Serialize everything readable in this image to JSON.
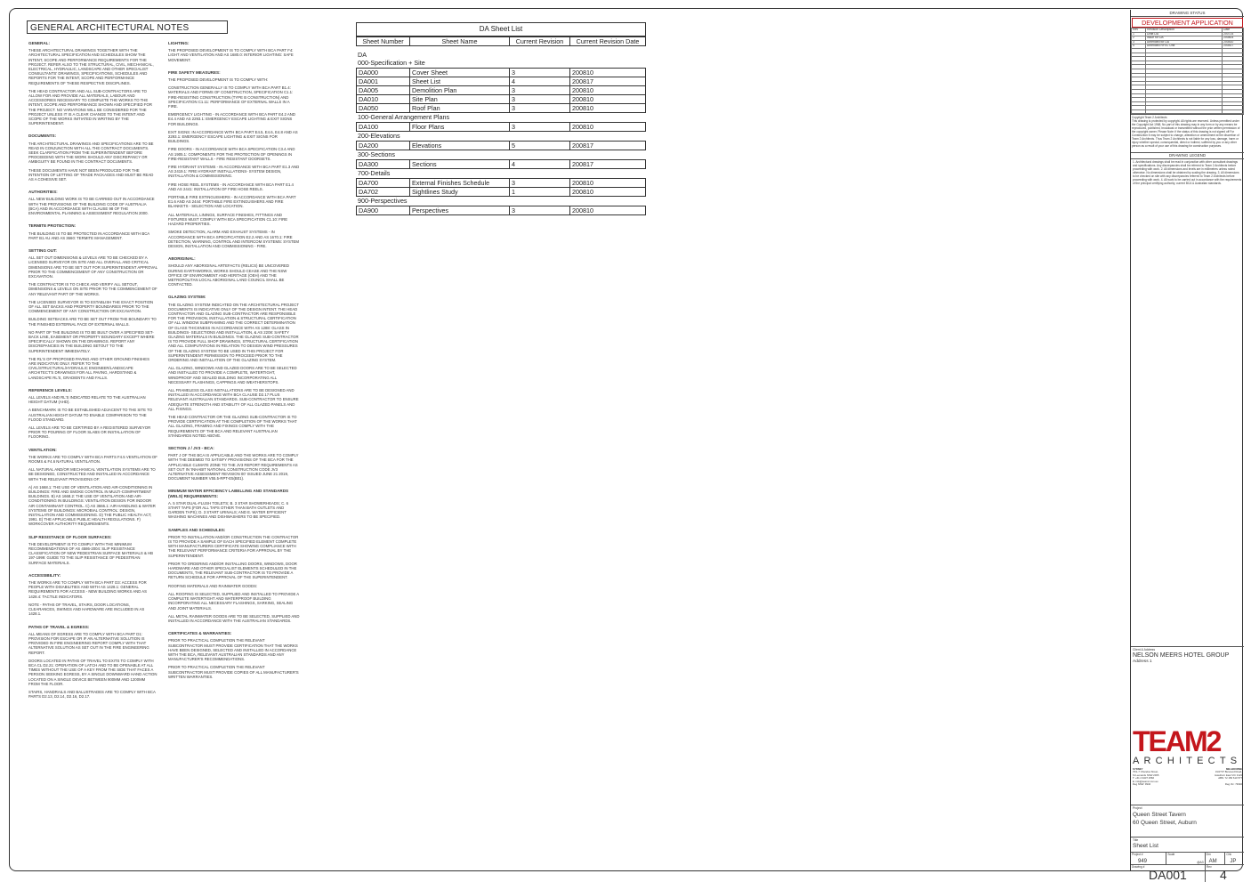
{
  "notes": {
    "title": "GENERAL ARCHITECTURAL NOTES",
    "col1": [
      {
        "h": "GENERAL:",
        "p": [
          "THESE ARCHITECTURAL DRAWINGS TOGETHER WITH THE ARCHITECTURAL SPECIFICATION AND SCHEDULES SHOW THE INTENT, SCOPE AND PERFORMANCE REQUIREMENTS FOR THE PROJECT. REFER ALSO TO THE STRUCTURAL, CIVIL, MECHANICAL, ELECTRICAL, HYDRAULIC, LANDSCAPE AND OTHER SPECIALIST CONSULTANTS' DRAWINGS, SPECIFICATIONS, SCHEDULES AND REPORTS FOR THE INTENT, SCOPE AND PERFORMANCE REQUIREMENTS OF THESE RESPECTIVE DISCIPLINES.",
          "THE HEAD CONTRACTOR AND ALL SUB-CONTRACTORS ARE TO ALLOW FOR AND PROVIDE ALL MATERIALS, LABOUR AND ACCESSORIES NECESSARY TO COMPLETE THE WORKS TO THE INTENT, SCOPE AND PERFORMANCE SHOWN AND SPECIFIED FOR THE PROJECT. NO VARIATIONS WILL BE CONSIDERED FOR THE PROJECT UNLESS IT IS A CLEAR CHANGE TO THE INTENT AND SCOPE OF THE WORKS INITIATED IN WRITING BY THE SUPERINTENDENT."
        ]
      },
      {
        "h": "DOCUMENTS:",
        "p": [
          "THE ARCHITECTURAL DRAWINGS AND SPECIFICATIONS ARE TO BE READ IN CONJUNCTION WITH ALL THE CONTRACT DOCUMENTS. SEEK CLARIFICATION FROM THE SUPERINTENDENT BEFORE PROCEEDING WITH THE WORK SHOULD ANY DISCREPANCY OR AMBIGUITY BE FOUND IN THE CONTRACT DOCUMENTS.",
          "THESE DOCUMENTS HAVE NOT BEEN PRODUCED FOR THE INTENTION OF LETTING OF TRADE PACKAGES AND MUST BE READ AS A COHESIVE SET."
        ]
      },
      {
        "h": "AUTHORITIES:",
        "p": [
          "ALL NEW BUILDING WORK IS TO BE CARRIED OUT IN ACCORDANCE WITH THE PROVISIONS OF THE BUILDING CODE OF AUSTRALIA (BCA) AND IN ACCORDANCE WITH CLAUSE 98 OF THE ENVIRONMENTAL PLANNING & ASSESSMENT REGULATION 2000."
        ]
      },
      {
        "h": "TERMITE PROTECTION:",
        "p": [
          "THE BUILDING IS TO BE PROTECTED IN ACCORDANCE WITH BCA PART B1 AU AND AS 3660: TERMITE MANAGEMENT."
        ]
      },
      {
        "h": "SETTING OUT:",
        "p": [
          "ALL SET OUT DIMENSIONS & LEVELS ARE TO BE CHECKED BY A LICENSED SURVEYOR ON SITE AND ALL OVERALL AND CRITICAL DIMENSIONS ARE TO BE SET OUT FOR SUPERINTENDENT APPROVAL PRIOR TO THE COMMENCEMENT OF ANY CONSTRUCTION OR EXCAVATION.",
          "THE CONTRACTOR IS TO CHECK AND VERIFY ALL SETOUT, DIMENSIONS & LEVELS ON SITE PRIOR TO THE COMMENCEMENT OF ANY RELEVANT PART OF THE WORKS.",
          "THE LICENSED SURVEYOR IS TO ESTABLISH THE EXACT POSITION OF ALL SET BACKS AND PROPERTY BOUNDARIES PRIOR TO THE COMMENCEMENT OF ANY CONSTRUCTION OR EXCAVATION.",
          "BUILDING SETBACKS ARE TO BE SET OUT FROM THE BOUNDARY TO THE FINISHED EXTERNAL FACE OF EXTERNAL WALLS.",
          "NO PART OF THE BUILDING IS TO BE BUILT OVER A SPECIFIED SET-BACK LINE, EASEMENT OR PROPERTY BOUNDARY EXCEPT WHERE SPECIFICALLY SHOWN ON THE DRAWINGS. REPORT ANY DISCREPANCIES IN THE BUILDING SETOUT TO THE SUPERINTENDENT IMMEDIATELY.",
          "THE RL'S OF PROPOSED PAVING AND OTHER GROUND FINISHES ARE INDICATIVE ONLY. REFER TO THE CIVIL/STRUCTURAL/HYDRAULIC ENGINEER/LANDSCAPE ARCHITECT'S DRAWINGS FOR ALL PAVING, HARDSTAND & LANDSCAPE RL'S, GRADIENTS AND FALLS."
        ]
      },
      {
        "h": "REFERENCE LEVELS:",
        "p": [
          "ALL LEVELS AND RL'S INDICATED RELATE TO THE AUSTRALIAN HEIGHT DATUM (AHD).",
          "A BENCHMARK IS TO BE ESTABLISHED ADJACENT TO THE SITE TO AUSTRALIAN HEIGHT DATUM TO ENABLE COMPARISON TO THE FLOOD STANDARD.",
          "ALL LEVELS ARE TO BE CERTIFIED BY A REGISTERED SURVEYOR PRIOR TO POURING OF FLOOR SLABS OR INSTALLATION OF FLOORING."
        ]
      },
      {
        "h": "VENTILATION:",
        "p": [
          "THE WORKS ARE TO COMPLY WITH BCA PARTS F4.5 VENTILATION OF ROOMS & F4.6 NATURAL VENTILATION.",
          "ALL NATURAL AND/OR MECHANICAL VENTILATION SYSTEMS ARE TO BE DESIGNED, CONSTRUCTED AND INSTALLED IN ACCORDANCE WITH THE RELEVANT PROVISIONS OF:",
          "A) AS 1668.1: THE USE OF VENTILATION AND AIR-CONDITIONING IN BUILDINGS: FIRE AND SMOKE CONTROL IN MULTI-COMPARTMENT BUILDINGS. B) AS 1668.2: THE USE OF VENTILATION AND AIR-CONDITIONING IN BUILDINGS: VENTILATION DESIGN FOR INDOOR AIR CONTAMINANT CONTROL. C) AS 3666.1: AIR-HANDLING & WATER SYSTEMS OF BUILDINGS: MICROBIAL CONTROL: DESIGN, INSTALLATION AND COMMISSIONING. D) THE PUBLIC HEALTH ACT, 1991. E) THE APPLICABLE PUBLIC HEALTH REGULATIONS. F) WORKCOVER AUTHORITY REQUIREMENTS."
        ]
      },
      {
        "h": "SLIP RESISTANCE OF FLOOR SURFACES:",
        "p": [
          "THE DEVELOPMENT IS TO COMPLY WITH THE MINIMUM RECOMMENDATIONS OF AS 4586-2004: SLIP RESISTANCE CLASSIFICATION OF NEW PEDESTRIAN SURFACE MATERIALS & HB 197-1999: GUIDE TO THE SLIP RESISTANCE OF PEDESTRIAN SURFACE MATERIALS."
        ]
      },
      {
        "h": "ACCESSIBILITY:",
        "p": [
          "THE WORKS ARE TO COMPLY WITH BCA PART D3: ACCESS FOR PEOPLE WITH DISABILITIES AND WITH AS 1428.1: GENERAL REQUIREMENTS FOR ACCESS - NEW BUILDING WORKS AND AS 1428.4: TACTILE INDICATORS.",
          "NOTE - PATHS OF TRAVEL, STAIRS, DOOR LOCATIONS, CLEARANCES, SWINGS AND HARDWARE ARE INCLUDED IN AS 1428.1."
        ]
      },
      {
        "h": "PATHS OF TRAVEL & EGRESS:",
        "p": [
          "ALL MEANS OF EGRESS ARE TO COMPLY WITH BCA PART D1: PROVISION FOR ESCAPE OR IF AN ALTERNATIVE SOLUTION IS PROVIDED IN FIRE ENGINEERING REPORT COMPLY WITH THAT ALTERNATIVE SOLUTION AS SET OUT IN THE FIRE ENGINEERING REPORT.",
          "DOORS LOCATED IN PATHS OF TRAVEL TO EXITS TO COMPLY WITH BCA CL D2.21: OPERATION OF LATCH AND TO BE OPENABLE AT ALL TIMES WITHOUT THE USE OF A KEY FROM THE SIDE THAT FACES A PERSON SEEKING EGRESS, BY A SINGLE DOWNWARD HAND ACTION LOCATED ON A SINGLE DEVICE BETWEEN 900mm AND 1200mm FROM THE FLOOR.",
          "STAIRS, HANDRAILS AND BALUSTRADES ARE TO COMPLY WITH BCA PARTS D2.13, D2.14, D2.16, D2.17."
        ]
      }
    ],
    "col2": [
      {
        "h": "LIGHTING:",
        "p": [
          "THE PROPOSED DEVELOPMENT IS TO COMPLY WITH BCA PART F4: LIGHT AND VENTILATION AND AS 1680.0: INTERIOR LIGHTING: SAFE MOVEMENT."
        ]
      },
      {
        "h": "FIRE SAFETY MEASURES:",
        "p": [
          "THE PROPOSED DEVELOPMENT IS TO COMPLY WITH:",
          "CONSTRUCTION GENERALLY IS TO COMPLY WITH BCA PART B1.4: MATERIALS AND FORMS OF CONSTRUCTION, SPECIFICATION C1.1: FIRE-RESISTING CONSTRUCTION (TYPE B CONSTRUCTION) AND SPECIFICATION C1.11: PERFORMANCE OF EXTERNAL WALLS IN A FIRE.",
          "EMERGENCY LIGHTING - IN ACCORDANCE WITH BCA PART E4.2 AND E4.4 AND AS 2293.1: EMERGENCY ESCAPE LIGHTING & EXIT SIGNS FOR BUILDINGS.",
          "EXIT SIGNS: IN ACCORDANCE WITH BCA PART E4.5, E4.6, E4.8 AND AS 2293.1: EMERGENCY ESCAPE LIGHTING & EXIT SIGNS FOR BUILDINGS.",
          "FIRE DOORS - IN ACCORDANCE WITH BCA SPECIFICATION C3.4 AND AS 1905.1: COMPONENTS FOR THE PROTECTION OF OPENINGS IN FIRE-RESISTANT WALLS - FIRE RESISTANT DOORSETS.",
          "FIRE HYDRANT SYSTEMS - IN ACCORDANCE WITH BCA PART E1.3 AND AS 2419.1: FIRE HYDRANT INSTALLATIONS- SYSTEM DESIGN, INSTALLATION & COMMISSIONING.",
          "FIRE HOSE REEL SYSTEMS - IN ACCORDANCE WITH BCA PART E1.4 AND AS 2441: INSTALLATION OF FIRE HOSE REELS.",
          "PORTABLE FIRE EXTINGUISHERS - IN ACCORDANCE WITH BCA PART E1.6 AND AS 2444: PORTABLE FIRE EXTINGUISHERS AND FIRE BLANKETS - SELECTION AND LOCATION.",
          "ALL MATERIALS, LININGS, SURFACE FINISHES, FITTINGS AND FIXTURES MUST COMPLY WITH BCA SPECIFICATION C1.10: FIRE HAZARD PROPERTIES.",
          "SMOKE DETECTION, ALARM AND EXHAUST SYSTEMS - IN ACCORDANCE WITH BCA SPECIFICATION E2.2 AND AS 1670.1: FIRE DETECTION, WARNING, CONTROL AND INTERCOM SYSTEMS: SYSTEM DESIGN, INSTALLATION AND COMMISSIONING - FIRE."
        ]
      },
      {
        "h": "ABORIGINAL:",
        "p": [
          "SHOULD ANY ABORIGINAL ARTEFACTS (RELICS) BE UNCOVERED DURING EARTHWORKS, WORKS SHOULD CEASE AND THE NSW OFFICE OF ENVIRONMENT AND HERITAGE (OEH) AND THE METROPOLITAN LOCAL ABORIGINAL LAND COUNCIL SHALL BE CONTACTED."
        ]
      },
      {
        "h": "GLAZING SYSTEM:",
        "p": [
          "THE GLAZING SYSTEM INDICATED ON THE ARCHITECTURAL PROJECT DOCUMENTS IS INDICATIVE ONLY OF THE DESIGN INTENT. THE HEAD CONTRACTOR AND GLAZING SUB-CONTRACTOR ARE RESPONSIBLE FOR THE PROVISION, INSTALLATION & STRUCTURAL CERTIFICATION OF ALL WINDOW SUBFRAMING AND THE CORRECT DETERMINATION OF GLASS THICKNESS IN ACCORDANCE WITH AS 1288: GLASS IN BUILDINGS- SELECTIONS AND INSTALLATION, & AS 2208: SAFETY GLAZING MATERIALS IN BUILDINGS. THE GLAZING SUB-CONTRACTOR IS TO PROVIDE FULL SHOP DRAWINGS, STRUCTURAL CERTIFICATION AND ALL COMPUTATIONS IN RELATION TO DESIGN WIND PRESSURES OF THE GLAZING SYSTEM TO BE USED IN THIS PROJECT FOR SUPERINTENDENT PERMISSION TO PROCEED PRIOR TO THE ORDERING AND INSTALLATION OF THE GLAZING SYSTEM.",
          "ALL GLAZING, WINDOWS AND GLAZED DOORS ARE TO BE SELECTED AND INSTALLED TO PROVIDE A COMPLETE, WATERTIGHT, WINDPROOF AND SEALED BUILDING INCORPORATING ALL NECESSARY FLASHINGS, CAPPINGS AND WEATHERSTOPS.",
          "ALL FRAMELESS GLASS INSTALLATIONS ARE TO BE DESIGNED AND INSTALLED IN ACCORDANCE WITH BCA CLAUSE D2.17 PLUS RELEVANT AUSTRALIAN STANDARDS. SUB-CONTRACTOR TO ENSURE ADEQUATE STRENGTH AND STABILITY OF ALL GLAZED PANELS AND ALL FIXINGS.",
          "THE HEAD CONTRACTOR OR THE GLAZING SUB-CONTRACTOR IS TO PROVIDE CERTIFICATION AT THE COMPLETION OF THE WORKS THAT ALL GLAZING, FRAMING AND FIXINGS COMPLY WITH THE REQUIREMENTS OF THE BCA AND RELEVANT AUSTRALIAN STANDARDS NOTED ABOVE."
        ]
      },
      {
        "h": "SECTION J / JV3 - BCA:",
        "p": [
          "PART J OF THE BCA IS APPLICABLE AND THE WORKS ARE TO COMPLY WITH THE DEEMED TO SATISFY PROVISIONS OF THE BCA FOR THE APPLICABLE CLIMATE ZONE TO THE JV3 REPORT REQUIREMENTS AS SET OUT IN 'INHABIT NATIONAL CONSTRUCTION CODE JV3 ALTERNATIVE ASSESSMENT REVISION 00' ISSUED JUNE 21 2019, DOCUMENT NUMBER V55.5-RPT-E5(B01)."
        ]
      },
      {
        "h": "MINIMUM WATER EFFICIENCY LABELLING AND STANDARDS (WELS) REQUIREMENTS:",
        "p": [
          "A. 5 STAR DUAL-FLUSH TOILETS; B. 3 STAR SHOWERHEADS; C. 6 START TAPS (FOR ALL TAPS OTHER THAN BATH OUTLETS AND GARDEN TAPS); D. 3 START URINALS; AND E. WATER EFFICIENT WASHING MACHINES AND DISHWASHERS TO BE SPECIFIED."
        ]
      },
      {
        "h": "SAMPLES AND SCHEDULES:",
        "p": [
          "PRIOR TO INSTALLATION AND/OR CONSTRUCTION THE CONTRACTOR IS TO PROVIDE A SAMPLE OF EACH SPECIFIED ELEMENT COMPLETE WITH MANUFACTURERS CERTIFICATE SHOWING COMPLIANCE WITH THE RELEVANT PERFORMANCE CRITERIA FOR APPROVAL BY THE SUPERINTENDENT.",
          "PRIOR TO ORDERING AND/OR INSTALLING DOORS, WINDOWS, DOOR HARDWARE AND OTHER SPECIALIST ELEMENTS SCHEDULED IN THE DOCUMENTS, THE RELEVANT SUB-CONTRACTOR IS TO PROVIDE A RETURN SCHEDULE FOR APPROVAL OF THE SUPERINTENDENT.",
          "ROOFING MATERIALS AND RAINWATER GOODS:",
          "ALL ROOFING IS SELECTED, SUPPLIED AND INSTALLED TO PROVIDE A COMPLETE WATERTIGHT AND WATERPROOF BUILDING INCORPORATING ALL NECESSARY FLASHINGS, SARKING, SEALING AND JOINT MATERIALS.",
          "ALL METAL RAINWATER GOODS ARE TO BE SELECTED, SUPPLIED AND INSTALLED IN ACCORDANCE WITH THE AUSTRALIAN STANDARDS."
        ]
      },
      {
        "h": "CERTIFICATES & WARRANTIES:",
        "p": [
          "PRIOR TO PRACTICAL COMPLETION THE RELEVANT SUBCONTRACTOR MUST PROVIDE CERTIFICATION THAT THE WORKS HAVE BEEN DESIGNED, SELECTED AND INSTALLED IN ACCORDANCE WITH THE BCA, RELEVANT AUSTRALIAN STANDARDS AND ANY MANUFACTURER'S RECOMMENDATIONS.",
          "PRIOR TO PRACTICAL COMPLETION THE RELEVANT SUBCONTRACTOR MUST PROVIDE COPIES OF ALL MANUFACTURER'S WRITTEN WARRANTIES."
        ]
      }
    ]
  },
  "sheet_list": {
    "title": "DA Sheet List",
    "headers": [
      "Sheet Number",
      "Sheet Name",
      "Current Revision",
      "Current Revision Date"
    ],
    "set_label": "DA",
    "groups": [
      {
        "name": "000-Specification + Site",
        "rows": [
          [
            "DA000",
            "Cover Sheet",
            "3",
            "200810"
          ],
          [
            "DA001",
            "Sheet List",
            "4",
            "200817"
          ],
          [
            "DA005",
            "Demolition Plan",
            "3",
            "200810"
          ],
          [
            "DA010",
            "Site Plan",
            "3",
            "200810"
          ],
          [
            "DA050",
            "Roof Plan",
            "3",
            "200810"
          ]
        ]
      },
      {
        "name": "100-General Arrangement Plans",
        "rows": [
          [
            "DA100",
            "Floor Plans",
            "3",
            "200810"
          ]
        ]
      },
      {
        "name": "200-Elevations",
        "rows": [
          [
            "DA200",
            "Elevations",
            "5",
            "200817"
          ]
        ]
      },
      {
        "name": "300-Sections",
        "rows": [
          [
            "DA300",
            "Sections",
            "4",
            "200817"
          ]
        ]
      },
      {
        "name": "700-Details",
        "rows": [
          [
            "DA700",
            "External Finishes Schedule",
            "3",
            "200810"
          ],
          [
            "DA702",
            "Sightlines Study",
            "1",
            "200810"
          ]
        ]
      },
      {
        "name": "900-Perspectives",
        "rows": [
          [
            "DA900",
            "Perspectives",
            "3",
            "200810"
          ]
        ]
      }
    ]
  },
  "title_block": {
    "status_heading": "DRAWING STATUS",
    "status": "DEVELOPMENT APPLICATION",
    "rev_headers": [
      "Rev",
      "Revision Description",
      "Date"
    ],
    "revisions": [
      [
        "1",
        "Draft DA",
        "200724"
      ],
      [
        "2",
        "Issue for DA",
        "200804"
      ],
      [
        "3",
        "Amended for DA",
        "200810"
      ],
      [
        "4",
        "Amended RFI/C Unit",
        "200817"
      ]
    ],
    "copyright_label": "Copyright Team 2 Architects",
    "copyright_text": "This drawing is protected by copyright. All rights are reserved. Unless permitted under the Copyright Act 1968, No part of this drawing may in any form or by any means be reproduced, published, broadcast or transmitted without the prior written permission of the copyright owner. Please Note: if the status of this drawing is not signed off For Construction it may be subject to change, alteration or amendment at the discretion of Team 2 Architects. Thus Team 2 Architects is not liable for any loss, damage, harm or injury whether special, consequential, direct or indirect, suffered by you or any other person as a result of your use of this drawing for construction purposes.",
    "legend_heading": "DRAWING LEGEND",
    "legend_text": "1. Architectural drawings shall be read in conjunction with other consultant drawings and specifications. Any discrepancies shall be referred to Team 2 Architects before proceeding with work. 2. All dimensions and levels are in millimetres unless noted otherwise. No dimensions shall be obtained by scaling the drawing. 3. All dimensions to be checked on site with any discrepancies referred to Team 2 Architects before proceeding with work. 4. All work to be carried out in accordance with the requirements of the principal certifying authority, current BCA & Australian standards.",
    "client_label": "Client & Address",
    "client": "NELSON MEERS HOTEL GROUP",
    "client_address": "Address 1",
    "logo_team": "TEAM2",
    "logo_architects": "ARCHITECTS",
    "office_left": [
      "SYDNEY",
      "70/1-7 Chandos Street,",
      "St Leonards NSW 2065",
      "T: +61 2 9437 2566",
      "E: info@team2.com.au",
      "Reg NSW: 9940"
    ],
    "office_right": [
      "MELBOURNE",
      "313/737 Burwood Road,",
      "Hawthorn East VIC 3123",
      "ABN: 72 156 610 577",
      "",
      "Reg Vic: 79340"
    ],
    "project_label": "Project",
    "project_name": "Queen Street Tavern",
    "project_address": "60 Queen Street, Auburn",
    "title_label": "Title",
    "title": "Sheet List",
    "project_no_label": "Project #",
    "project_no": "949",
    "scale_label": "Scale",
    "scale_value": "@A3",
    "drawn_label": "Drn",
    "drawn": "AM",
    "checked_label": "Chk",
    "checked": "JP",
    "drawing_no_label": "Drawing #",
    "drawing_no": "DA001",
    "rev_label": "Rev",
    "rev": "4"
  }
}
